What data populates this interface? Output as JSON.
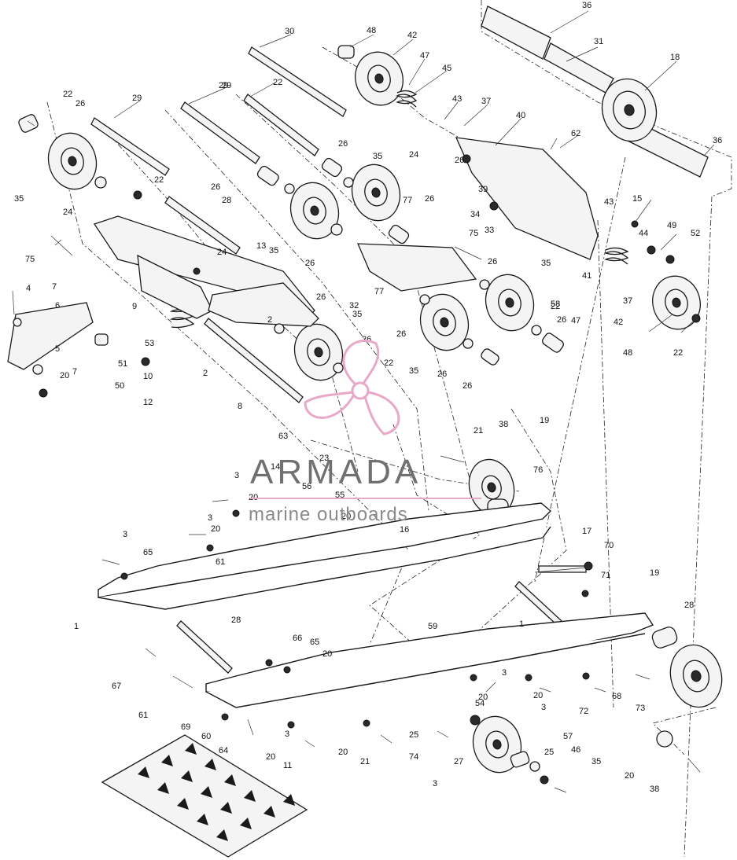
{
  "watermark": {
    "title": "ARMADA",
    "subtitle": "marine outboards",
    "logo_color": "#e8a8c8",
    "title_color": "#707070",
    "subtitle_color": "#8a8a8a"
  },
  "callouts": [
    "36",
    "31",
    "18",
    "36",
    "30",
    "48",
    "42",
    "47",
    "45",
    "43",
    "37",
    "40",
    "62",
    "22",
    "26",
    "29",
    "29",
    "29",
    "22",
    "26",
    "35",
    "24",
    "26",
    "22",
    "24",
    "26",
    "35",
    "35",
    "26",
    "39",
    "26",
    "77",
    "34",
    "33",
    "75",
    "28",
    "13",
    "24",
    "15",
    "43",
    "44",
    "49",
    "52",
    "41",
    "37",
    "75",
    "4",
    "7",
    "6",
    "9",
    "53",
    "51",
    "50",
    "10",
    "12",
    "2",
    "2",
    "26",
    "35",
    "8",
    "26",
    "22",
    "63",
    "77",
    "32",
    "26",
    "35",
    "26",
    "26",
    "35",
    "22",
    "26",
    "47",
    "42",
    "48",
    "22",
    "26",
    "58",
    "7",
    "5",
    "20",
    "21",
    "38",
    "19",
    "76",
    "23",
    "14",
    "56",
    "55",
    "20",
    "3",
    "20",
    "3",
    "20",
    "3",
    "65",
    "61",
    "1",
    "16",
    "17",
    "70",
    "71",
    "19",
    "28",
    "28",
    "1",
    "59",
    "66",
    "65",
    "20",
    "3",
    "20",
    "3",
    "20",
    "72",
    "68",
    "67",
    "61",
    "69",
    "60",
    "64",
    "3",
    "20",
    "11",
    "25",
    "54",
    "74",
    "27",
    "25",
    "57",
    "46",
    "35",
    "3",
    "20",
    "21",
    "20",
    "38",
    "73"
  ]
}
